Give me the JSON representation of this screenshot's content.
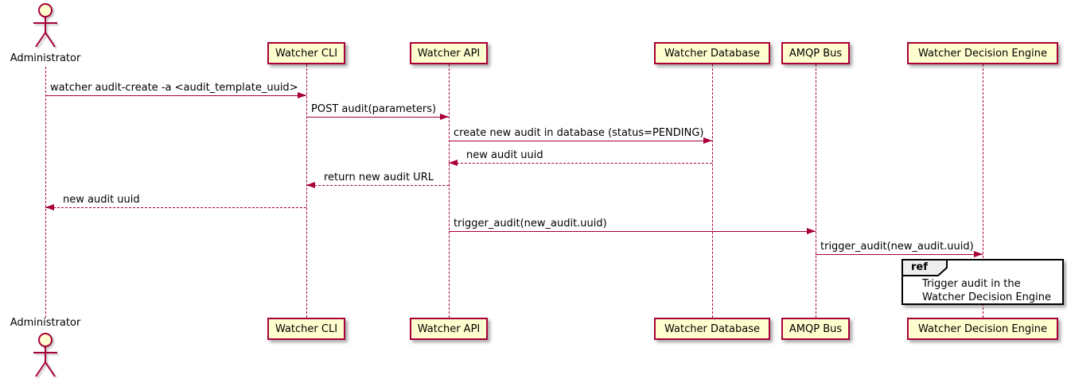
{
  "diagram": {
    "actor": {
      "label": "Administrator"
    },
    "participants": [
      {
        "label": "Watcher CLI"
      },
      {
        "label": "Watcher API"
      },
      {
        "label": "Watcher Database"
      },
      {
        "label": "AMQP Bus"
      },
      {
        "label": "Watcher Decision Engine"
      }
    ],
    "messages": [
      {
        "text": "watcher audit-create -a <audit_template_uuid>",
        "from": "Administrator",
        "to": "Watcher CLI",
        "style": "solid"
      },
      {
        "text": "POST audit(parameters)",
        "from": "Watcher CLI",
        "to": "Watcher API",
        "style": "solid"
      },
      {
        "text": "create new audit in database (status=PENDING)",
        "from": "Watcher API",
        "to": "Watcher Database",
        "style": "solid"
      },
      {
        "text": "new audit uuid",
        "from": "Watcher Database",
        "to": "Watcher API",
        "style": "dashed"
      },
      {
        "text": "return new audit URL",
        "from": "Watcher API",
        "to": "Watcher CLI",
        "style": "dashed"
      },
      {
        "text": "new audit uuid",
        "from": "Watcher CLI",
        "to": "Administrator",
        "style": "dashed"
      },
      {
        "text": "trigger_audit(new_audit.uuid)",
        "from": "Watcher API",
        "to": "AMQP Bus",
        "style": "solid"
      },
      {
        "text": "trigger_audit(new_audit.uuid)",
        "from": "AMQP Bus",
        "to": "Watcher Decision Engine",
        "style": "solid"
      }
    ],
    "ref": {
      "tag": "ref",
      "line1": "Trigger audit in the",
      "line2": "Watcher Decision Engine"
    },
    "colors": {
      "participant_fill": "#FEFECE",
      "stroke": "#A80036",
      "ref_tab_fill": "#EEEEEE",
      "text": "#000000"
    }
  }
}
